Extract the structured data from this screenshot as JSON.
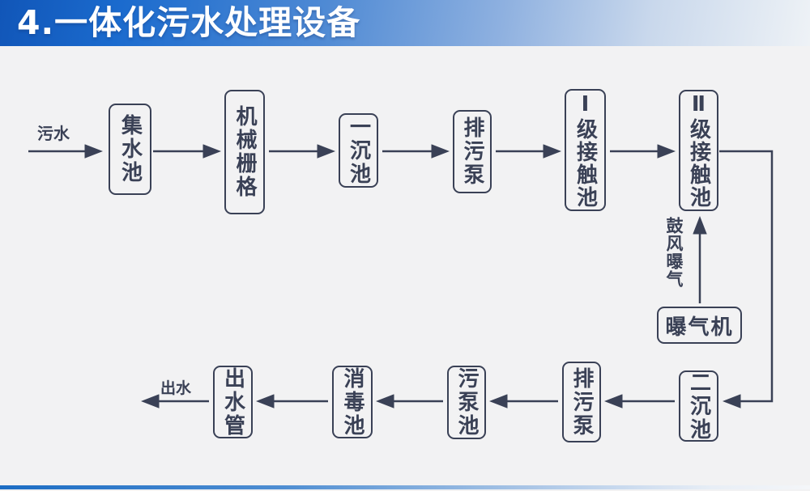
{
  "slide": {
    "title": "4.一体化污水处理设备"
  },
  "diagram": {
    "input_label": "污水",
    "output_label": "出水",
    "aeration_flow_label": "鼓风曝气",
    "boxes": [
      {
        "id": "collection-tank",
        "label": "集水池"
      },
      {
        "id": "mechanical-grid",
        "label": "机械栅格"
      },
      {
        "id": "primary-sedimentation",
        "label": "一沉池"
      },
      {
        "id": "sewage-pump-top",
        "label": "排污泵"
      },
      {
        "id": "level1-contact-tank",
        "label": "Ⅰ级接触池"
      },
      {
        "id": "level2-contact-tank",
        "label": "Ⅱ级接触池"
      },
      {
        "id": "aerator",
        "label": "曝气机"
      },
      {
        "id": "secondary-sedimentation",
        "label": "二沉池"
      },
      {
        "id": "sewage-pump-bottom",
        "label": "排污泵"
      },
      {
        "id": "sludge-pump-tank",
        "label": "污泵池"
      },
      {
        "id": "disinfection-tank",
        "label": "消毒池"
      },
      {
        "id": "outlet-pipe",
        "label": "出水管"
      }
    ]
  },
  "colors": {
    "ink": "#3a4156",
    "background": "#f2f2f3",
    "title_bar_start": "#1156b8",
    "title_bar_mid": "#4f8ad4",
    "title_bar_end": "#eef2f6",
    "title_text": "#ffffff",
    "bottom_bar_start": "#1c6dc4",
    "bottom_bar_end": "#f4f6f9"
  }
}
